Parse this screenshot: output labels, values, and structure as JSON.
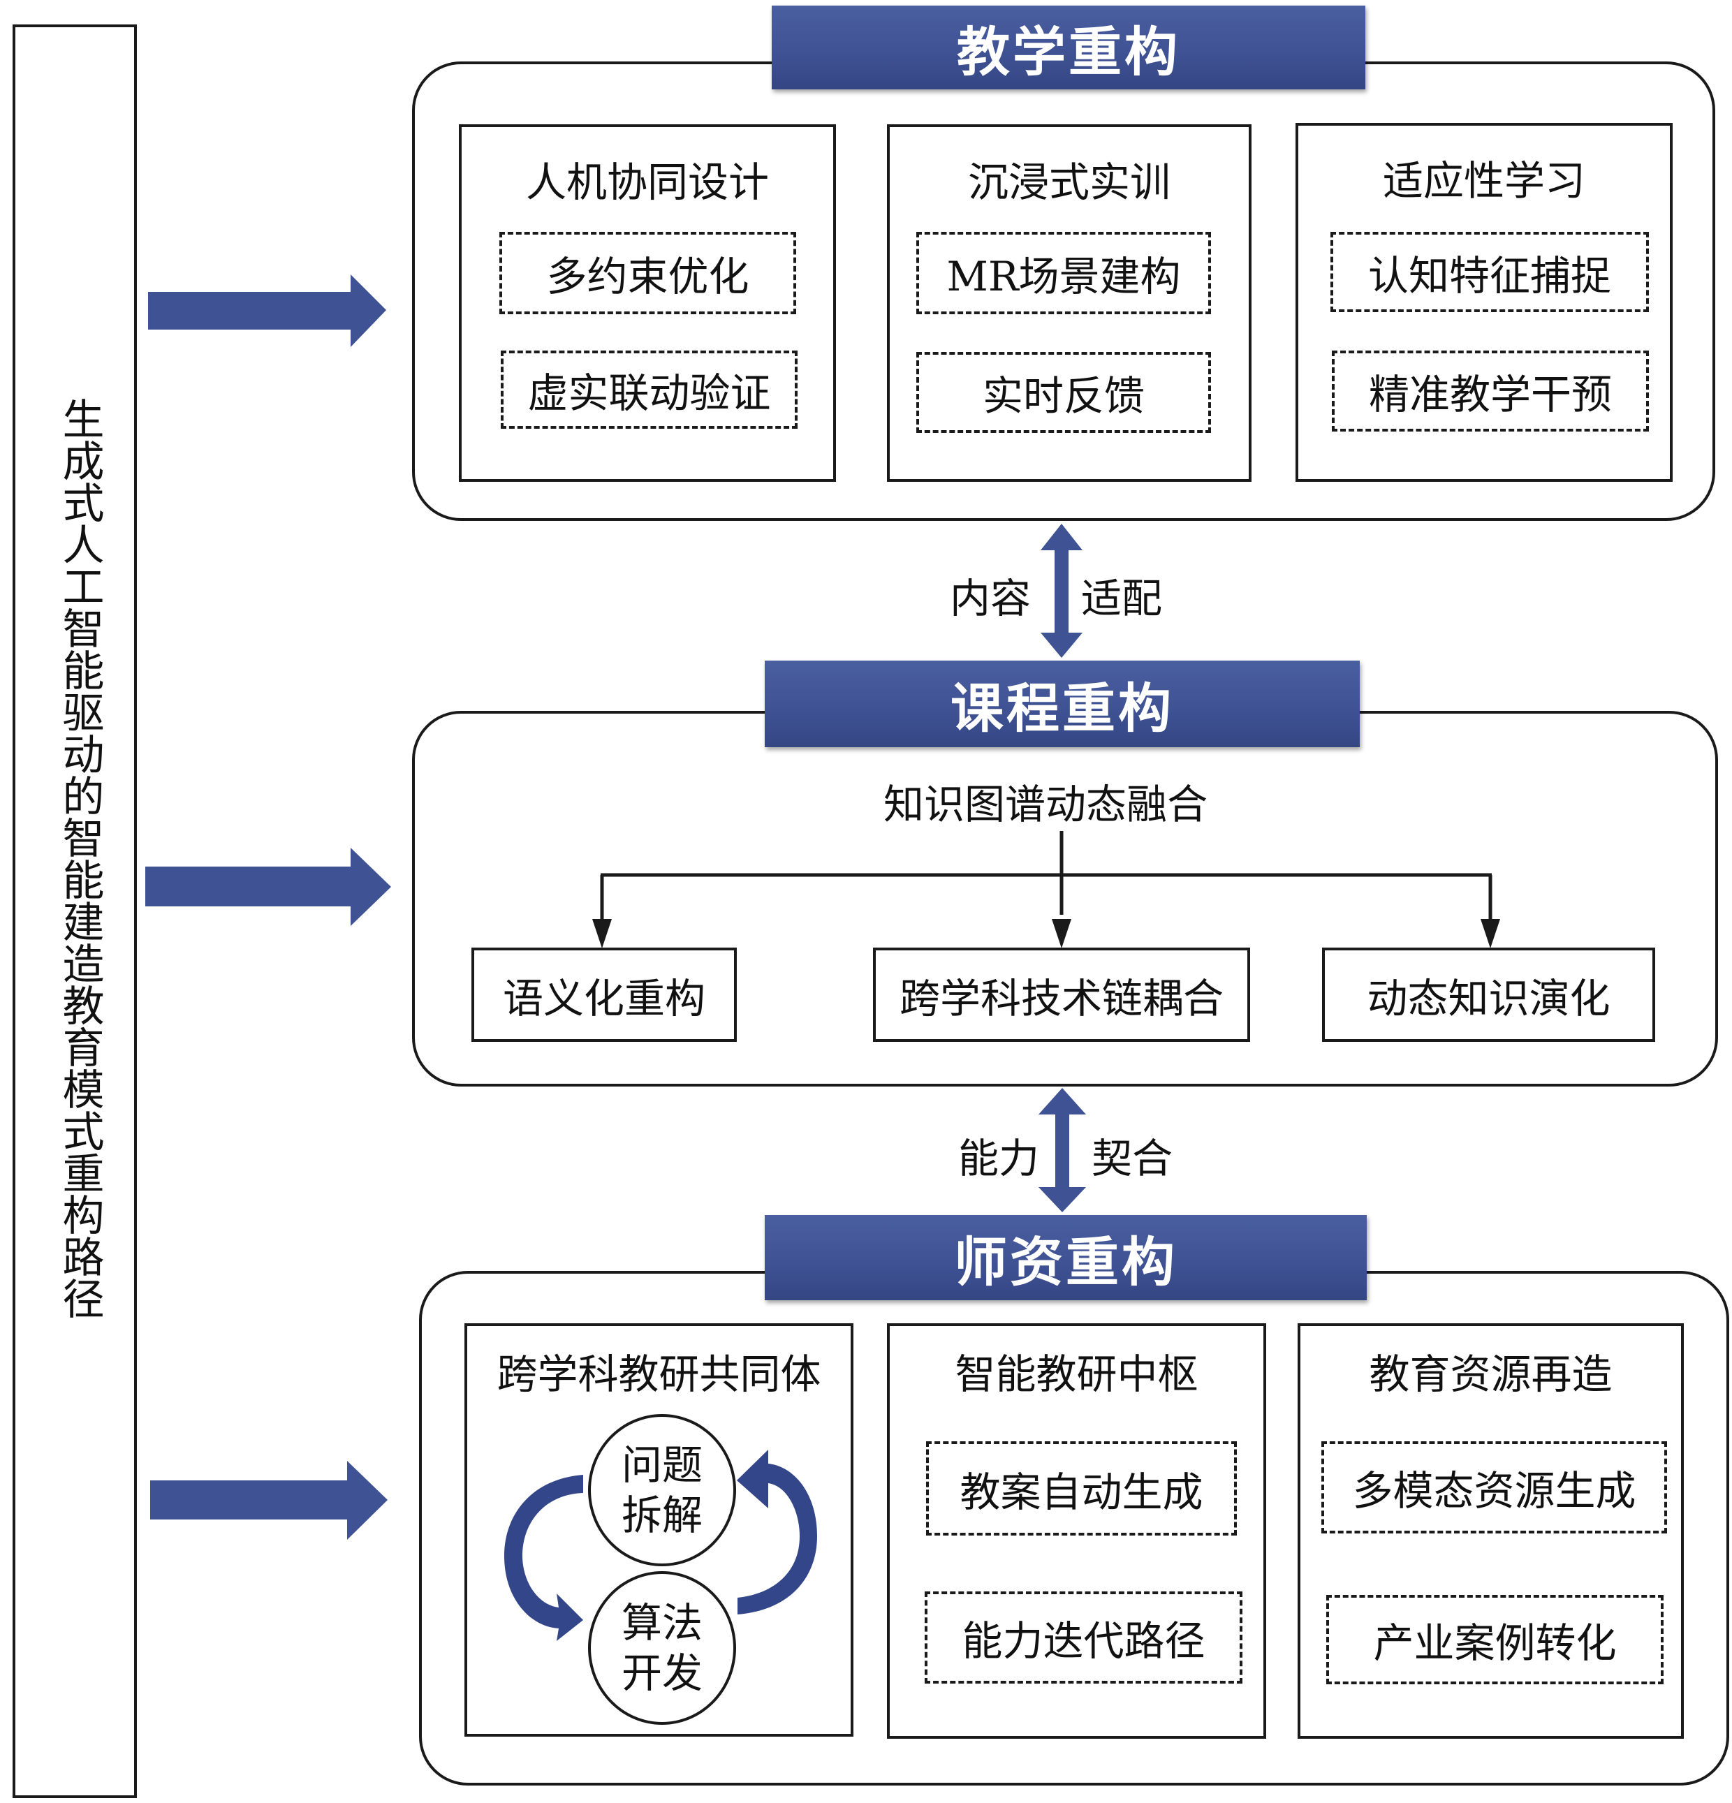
{
  "colors": {
    "accent": "#3f5294",
    "header_text": "#ffffff",
    "line": "#1a1a1a"
  },
  "left_panel": {
    "title": "生成式人工智能驱动的智能建造教育模式重构路径"
  },
  "sections": {
    "teaching": {
      "header": "教学重构",
      "columns": [
        {
          "title": "人机协同设计",
          "items": [
            "多约束优化",
            "虚实联动验证"
          ]
        },
        {
          "title": "沉浸式实训",
          "items": [
            "MR场景建构",
            "实时反馈"
          ]
        },
        {
          "title": "适应性学习",
          "items": [
            "认知特征捕捉",
            "精准教学干预"
          ]
        }
      ]
    },
    "link_1": {
      "left": "内容",
      "right": "适配"
    },
    "curriculum": {
      "header": "课程重构",
      "root": "知识图谱动态融合",
      "children": [
        "语义化重构",
        "跨学科技术链耦合",
        "动态知识演化"
      ]
    },
    "link_2": {
      "left": "能力",
      "right": "契合"
    },
    "faculty": {
      "header": "师资重构",
      "columns": [
        {
          "title": "跨学科教研共同体",
          "cycle": [
            "问题拆解",
            "算法开发"
          ],
          "cycle_lines": [
            [
              "问题",
              "拆解"
            ],
            [
              "算法",
              "开发"
            ]
          ]
        },
        {
          "title": "智能教研中枢",
          "items": [
            "教案自动生成",
            "能力迭代路径"
          ]
        },
        {
          "title": "教育资源再造",
          "items": [
            "多模态资源生成",
            "产业案例转化"
          ]
        }
      ]
    }
  },
  "icons": {
    "main_arrows": "right-block-arrow",
    "links": "double-vertical-arrow",
    "tree": "down-arrow",
    "cycle": "curved-arrow"
  }
}
